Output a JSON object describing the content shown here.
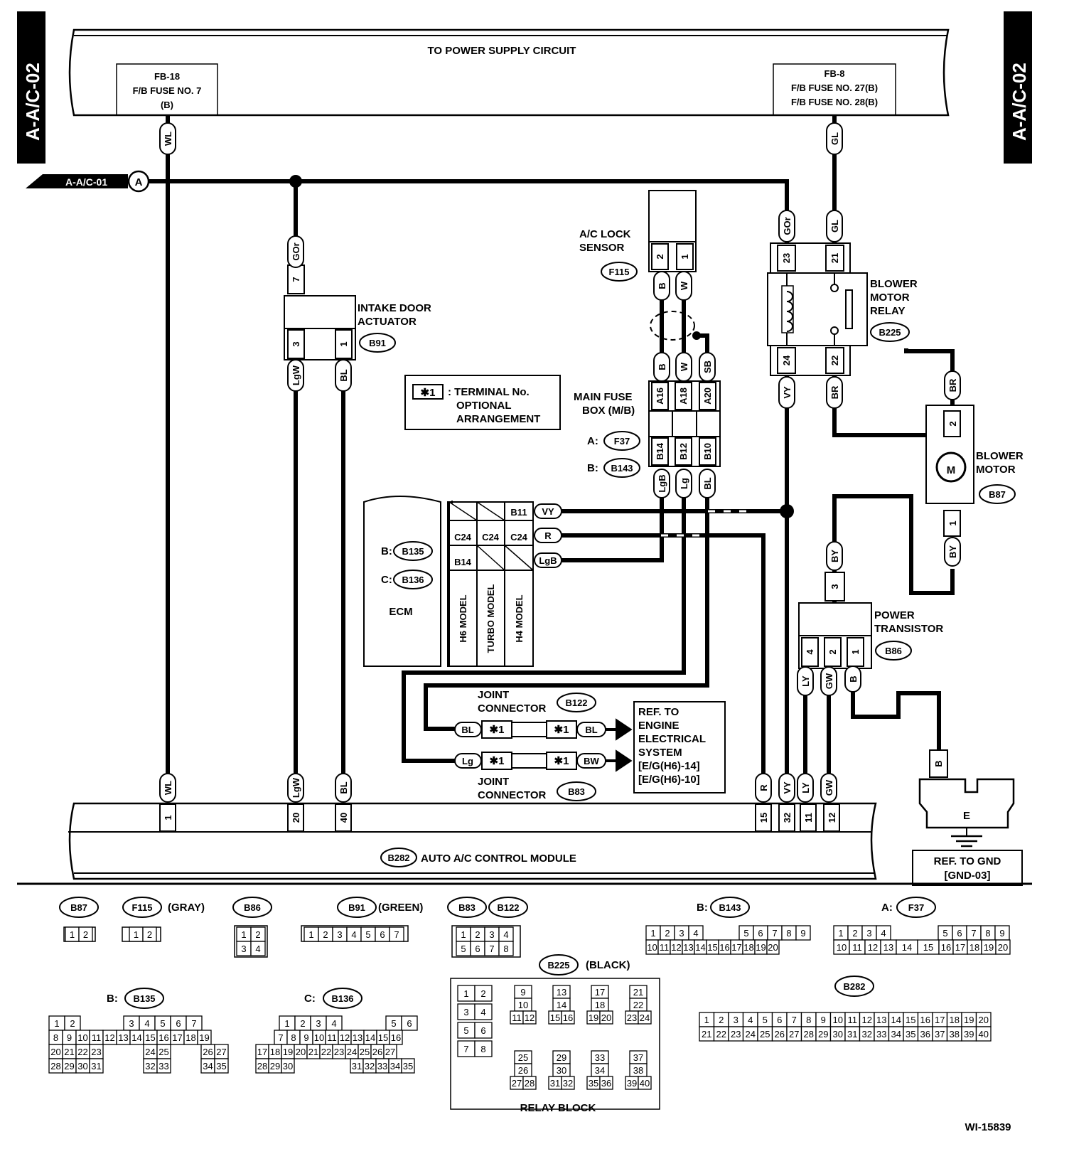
{
  "side_labels": {
    "left": "A-A/C-02",
    "right": "A-A/C-02"
  },
  "power_supply": {
    "title": "TO POWER SUPPLY CIRCUIT",
    "left_fuse": [
      "FB-18",
      "F/B FUSE NO. 7",
      "(B)"
    ],
    "right_fuse": [
      "FB-8",
      "F/B FUSE NO. 27(B)",
      "F/B FUSE NO. 28(B)"
    ]
  },
  "offpage": {
    "label": "A-A/C-01",
    "marker": "A"
  },
  "wire_colors": {
    "wl": "WL",
    "gl": "GL",
    "gor": "GOr",
    "lgw": "LgW",
    "bl": "BL",
    "b": "B",
    "w": "W",
    "sb": "SB",
    "lgb": "LgB",
    "lg": "Lg",
    "vy": "VY",
    "br": "BR",
    "by": "BY",
    "r": "R",
    "ly": "LY",
    "gw": "GW",
    "bw": "BW"
  },
  "pins": {
    "p1": "1",
    "p2": "2",
    "p3": "3",
    "p4": "4",
    "p7": "7",
    "p11": "11",
    "p12": "12",
    "p15": "15",
    "p20": "20",
    "p21": "21",
    "p22": "22",
    "p23": "23",
    "p24": "24",
    "p32": "32",
    "p40": "40",
    "a16": "A16",
    "a18": "A18",
    "a20": "A20",
    "b14": "B14",
    "b12": "B12",
    "b10": "B10",
    "b11": "B11",
    "c24": "C24",
    "star1": "✱1"
  },
  "components": {
    "ac_lock_sensor": {
      "name": [
        "A/C LOCK",
        "SENSOR"
      ],
      "id": "F115"
    },
    "intake_door": {
      "name": [
        "INTAKE DOOR",
        "ACTUATOR"
      ],
      "id": "B91"
    },
    "blower_relay": {
      "name": [
        "BLOWER",
        "MOTOR",
        "RELAY"
      ],
      "id": "B225"
    },
    "blower_motor": {
      "name": [
        "BLOWER",
        "MOTOR"
      ],
      "id": "B87",
      "symbol": "M"
    },
    "main_fuse_box": {
      "name": [
        "MAIN FUSE",
        "BOX (M/B)"
      ],
      "a_prefix": "A:",
      "a_id": "F37",
      "b_prefix": "B:",
      "b_id": "B143"
    },
    "ecm": {
      "name": "ECM",
      "b_prefix": "B:",
      "b_id": "B135",
      "c_prefix": "C:",
      "c_id": "B136",
      "models": [
        "H6 MODEL",
        "TURBO MODEL",
        "H4 MODEL"
      ]
    },
    "power_transistor": {
      "name": [
        "POWER",
        "TRANSISTOR"
      ],
      "id": "B86"
    },
    "joint1": {
      "name": [
        "JOINT",
        "CONNECTOR"
      ],
      "id": "B122"
    },
    "joint2": {
      "name": [
        "JOINT",
        "CONNECTOR"
      ],
      "id": "B83"
    },
    "ground": {
      "symbol": "E",
      "ref": [
        "REF. TO GND",
        "[GND-03]"
      ]
    },
    "ref_engine": [
      "REF. TO",
      "ENGINE",
      "ELECTRICAL",
      "SYSTEM",
      "[E/G(H6)-14]",
      "[E/G(H6)-10]"
    ],
    "control_module": {
      "id": "B282",
      "name": "AUTO A/C CONTROL MODULE"
    }
  },
  "note": {
    "mark": "✱1",
    "text": [
      ": TERMINAL No.",
      "OPTIONAL",
      "ARRANGEMENT"
    ]
  },
  "legend": {
    "b87": {
      "id": "B87"
    },
    "f115": {
      "id": "F115",
      "color": "(GRAY)"
    },
    "b86": {
      "id": "B86"
    },
    "b91": {
      "id": "B91",
      "color": "(GREEN)"
    },
    "b83": {
      "id": "B83"
    },
    "b122": {
      "id": "B122"
    },
    "b143": {
      "prefix": "B:",
      "id": "B143"
    },
    "f37": {
      "prefix": "A:",
      "id": "F37"
    },
    "b135": {
      "prefix": "B:",
      "id": "B135"
    },
    "b136": {
      "prefix": "C:",
      "id": "B136"
    },
    "b225": {
      "id": "B225",
      "color": "(BLACK)",
      "caption": "RELAY BLOCK"
    },
    "b282": {
      "id": "B282"
    }
  },
  "figure_code": "WI-15839"
}
